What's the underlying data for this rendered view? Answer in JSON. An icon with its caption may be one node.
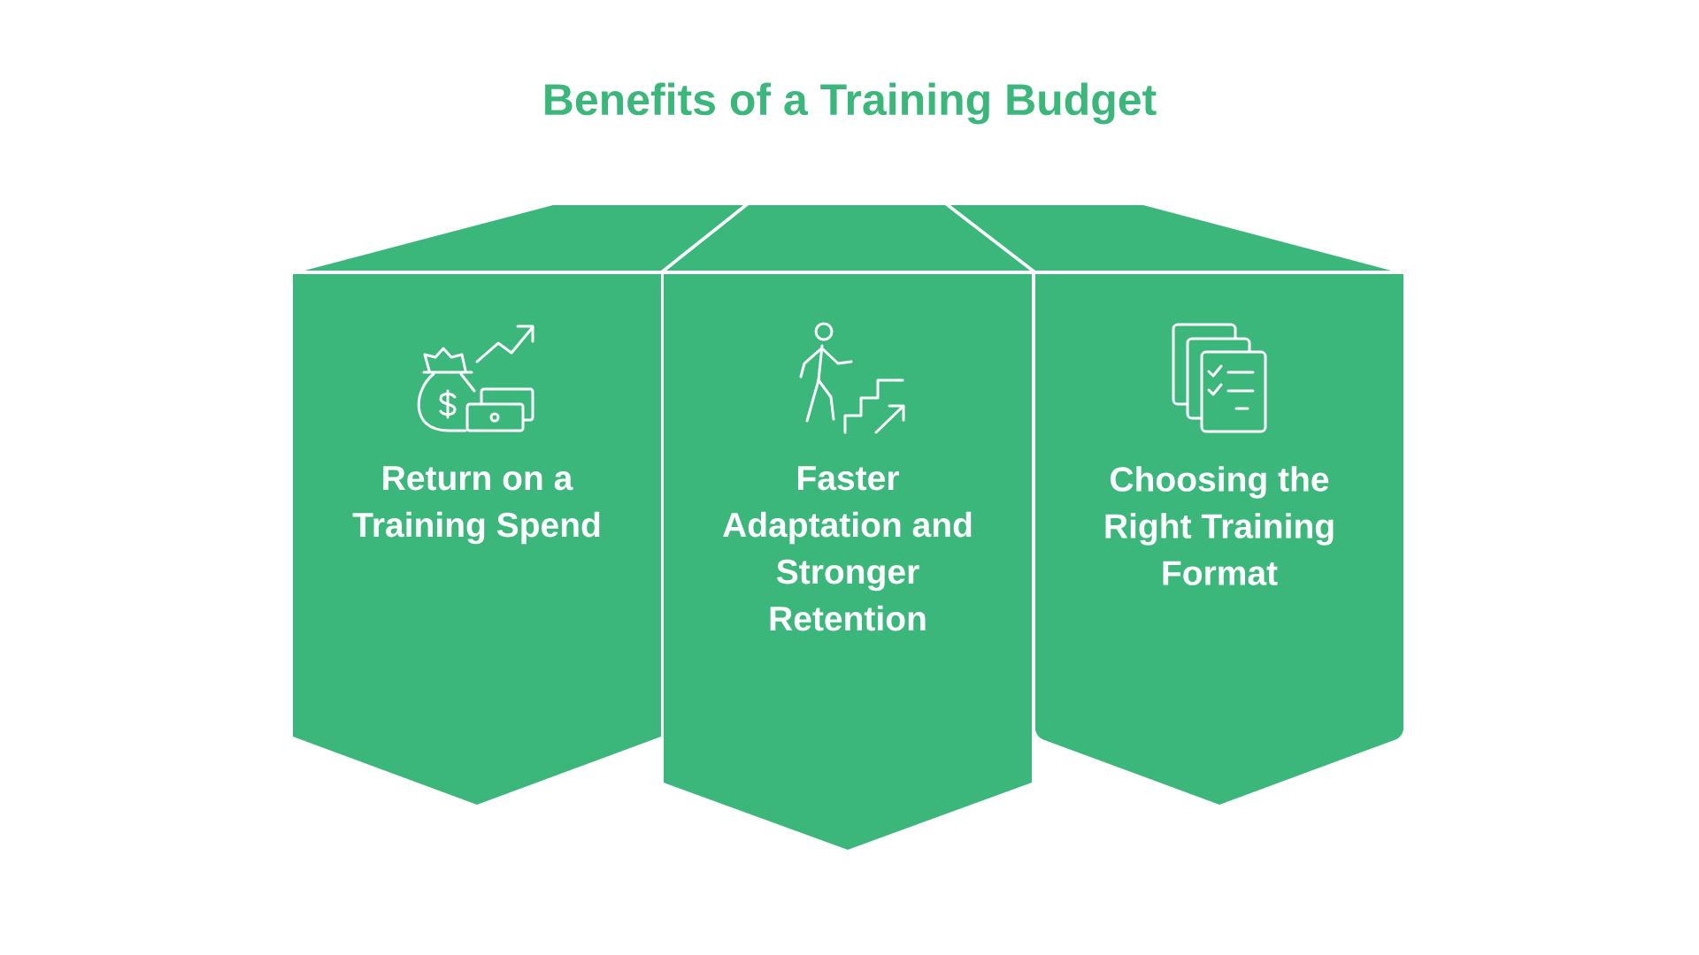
{
  "diagram": {
    "title": "Benefits of a Training Budget",
    "nodes": [
      {
        "text": [
          "Return on a Training Spend"
        ]
      },
      {
        "text": [
          "Faster Adaptation and Stronger Retention"
        ]
      },
      {
        "text": [
          "Choosing the Right Training Format"
        ]
      }
    ]
  }
}
